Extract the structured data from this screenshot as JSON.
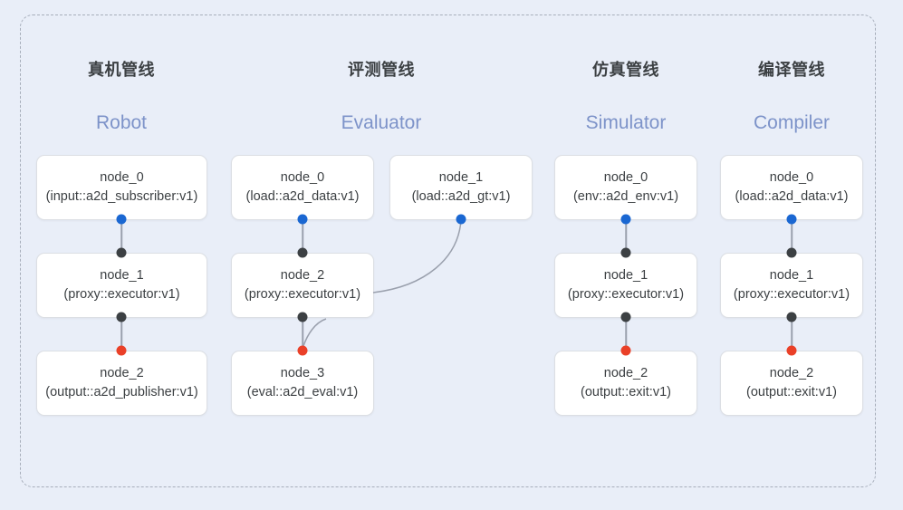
{
  "diagram": {
    "background_color": "#e9eef8",
    "frame_border_color": "#a7aebb",
    "port_colors": {
      "output": "#1a67d2",
      "middle": "#3c4043",
      "input": "#ea4028"
    },
    "edge_color": "#9aa0ad"
  },
  "columns": [
    {
      "key": "robot",
      "title_cn": "真机管线",
      "title_en": "Robot",
      "nodes": [
        {
          "id": "node_0",
          "type": "(input::a2d_subscriber:v1)"
        },
        {
          "id": "node_1",
          "type": "(proxy::executor:v1)"
        },
        {
          "id": "node_2",
          "type": "(output::a2d_publisher:v1)"
        }
      ]
    },
    {
      "key": "evaluator",
      "title_cn": "评测管线",
      "title_en": "Evaluator",
      "nodes": [
        {
          "id": "node_0",
          "type": "(load::a2d_data:v1)"
        },
        {
          "id": "node_1",
          "type": "(load::a2d_gt:v1)"
        },
        {
          "id": "node_2",
          "type": "(proxy::executor:v1)"
        },
        {
          "id": "node_3",
          "type": "(eval::a2d_eval:v1)"
        }
      ]
    },
    {
      "key": "simulator",
      "title_cn": "仿真管线",
      "title_en": "Simulator",
      "nodes": [
        {
          "id": "node_0",
          "type": "(env::a2d_env:v1)"
        },
        {
          "id": "node_1",
          "type": "(proxy::executor:v1)"
        },
        {
          "id": "node_2",
          "type": "(output::exit:v1)"
        }
      ]
    },
    {
      "key": "compiler",
      "title_cn": "编译管线",
      "title_en": "Compiler",
      "nodes": [
        {
          "id": "node_0",
          "type": "(load::a2d_data:v1)"
        },
        {
          "id": "node_1",
          "type": "(proxy::executor:v1)"
        },
        {
          "id": "node_2",
          "type": "(output::exit:v1)"
        }
      ]
    }
  ]
}
